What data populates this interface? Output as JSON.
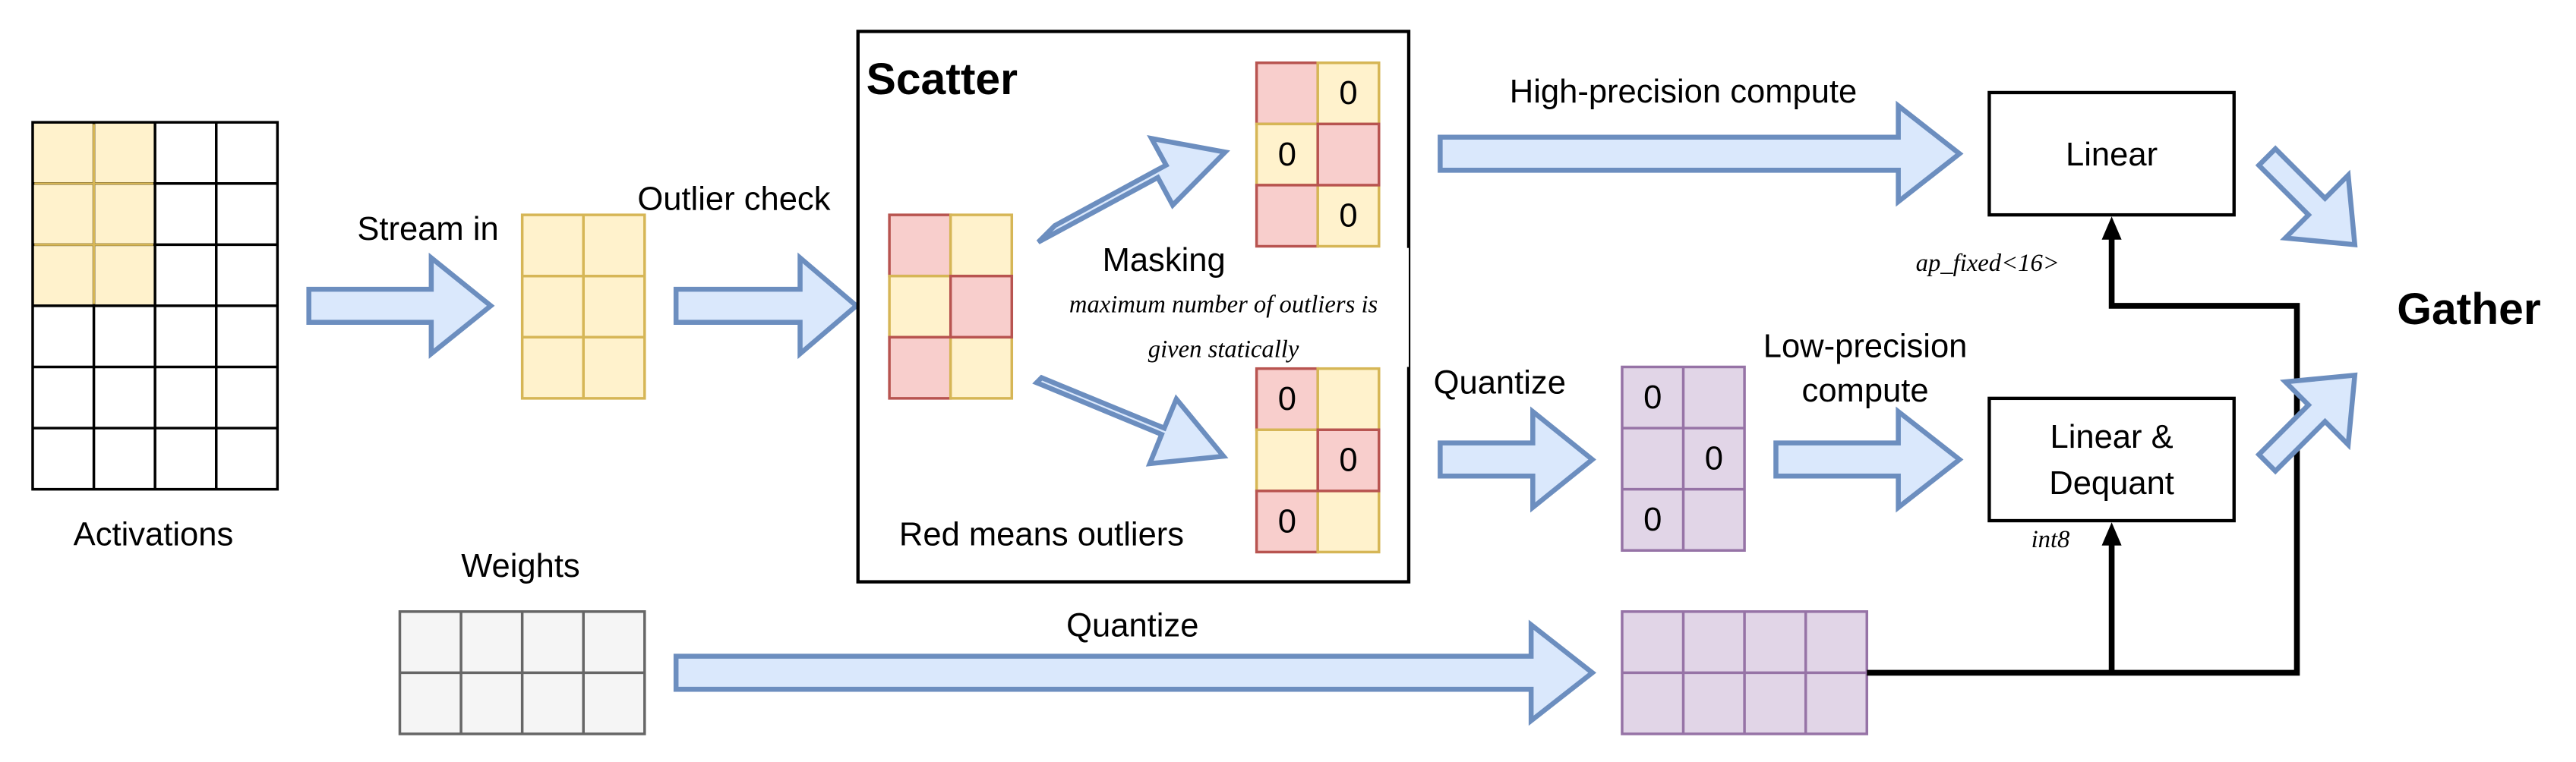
{
  "labels": {
    "activations": "Activations",
    "stream_in": "Stream in",
    "outlier_check": "Outlier check",
    "scatter": "Scatter",
    "masking": "Masking",
    "max_outliers_line1": "maximum number of outliers is",
    "max_outliers_line2": "given statically",
    "red_means_outliers": "Red means outliers",
    "weights": "Weights",
    "high_precision_compute": "High-precision compute",
    "quantize_activations": "Quantize",
    "quantize_weights": "Quantize",
    "low_precision_line1": "Low-precision",
    "low_precision_line2": "compute",
    "linear": "Linear",
    "linear_dequant_line1": "Linear &",
    "linear_dequant_line2": "Dequant",
    "ap_fixed": "ap_fixed<16>",
    "int8": "int8",
    "gather": "Gather",
    "zero": "0"
  },
  "colors": {
    "activation_fill": "#fff2cc",
    "activation_stroke": "#d6b656",
    "outlier_fill": "#f8cecc",
    "outlier_stroke": "#b85450",
    "quantized_fill": "#e1d5e7",
    "quantized_stroke": "#9673a6",
    "weight_fill": "#f5f5f5",
    "weight_stroke": "#666666",
    "arrow_fill": "#dae8fc",
    "arrow_stroke": "#6c8ebf"
  }
}
